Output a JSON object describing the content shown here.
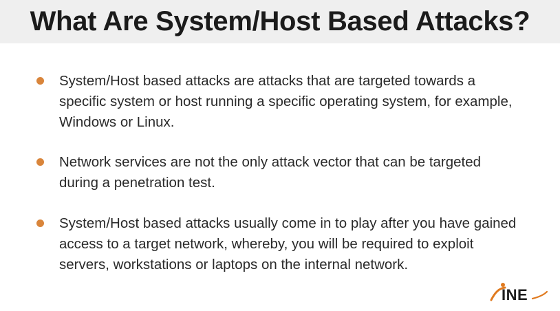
{
  "slide": {
    "title": "What Are System/Host Based Attacks?",
    "bullets": [
      {
        "lines": [
          "System/Host based attacks are attacks that are targeted towards a",
          "specific system or host running a specific operating system, for example,",
          "Windows or Linux."
        ]
      },
      {
        "lines": [
          "Network services are not the only attack vector that can be targeted",
          "during a penetration test."
        ]
      },
      {
        "lines": [
          "System/Host based attacks usually come in to play after you have gained",
          "access to a target network, whereby, you will be required to exploit",
          "servers, workstations or laptops on the internal network."
        ]
      }
    ],
    "logo_text": "INE"
  },
  "colors": {
    "title_bar_bg": "#efefef",
    "title_text": "#1b1b1b",
    "body_text": "#2a2a2a",
    "bullet_accent": "#d9853b",
    "logo_dark": "#1d1d1d",
    "logo_accent": "#e07a1f"
  }
}
